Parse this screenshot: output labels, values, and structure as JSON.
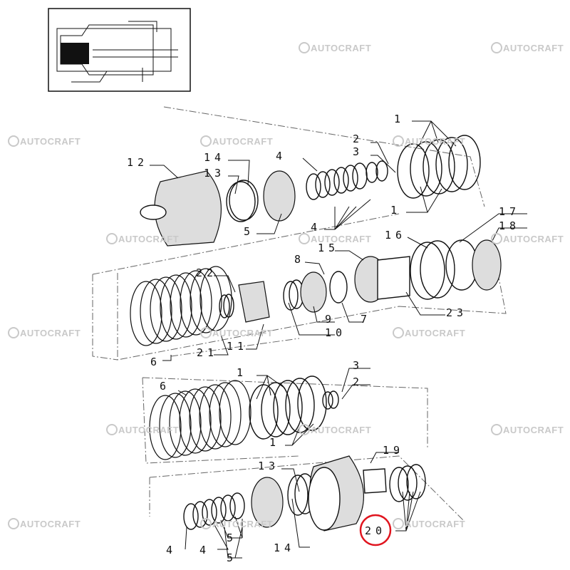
{
  "watermark": "AUTOCRAFT",
  "highlight_color": "#e0141e",
  "labels": {
    "l1a": "1",
    "l2a": "2",
    "l3a": "3",
    "l4a": "4",
    "l12": "12",
    "l14a": "14",
    "l13a": "13",
    "l5a": "5",
    "l4b": "4",
    "l1b": "1",
    "l17": "17",
    "l18": "18",
    "l16": "16",
    "l15": "15",
    "l8": "8",
    "l22": "22",
    "l23": "23",
    "l9": "9",
    "l10": "10",
    "l7": "7",
    "l21": "21",
    "l11": "11",
    "l6a": "6",
    "l3b": "3",
    "l2b": "2",
    "l6b": "6",
    "l1c": "1",
    "l1d": "1",
    "l19": "19",
    "l13b": "13",
    "l20": "20",
    "l4c": "4",
    "l4d": "4",
    "l5b": "5",
    "l5c": "5",
    "l14b": "14"
  },
  "highlighted_part": "20"
}
